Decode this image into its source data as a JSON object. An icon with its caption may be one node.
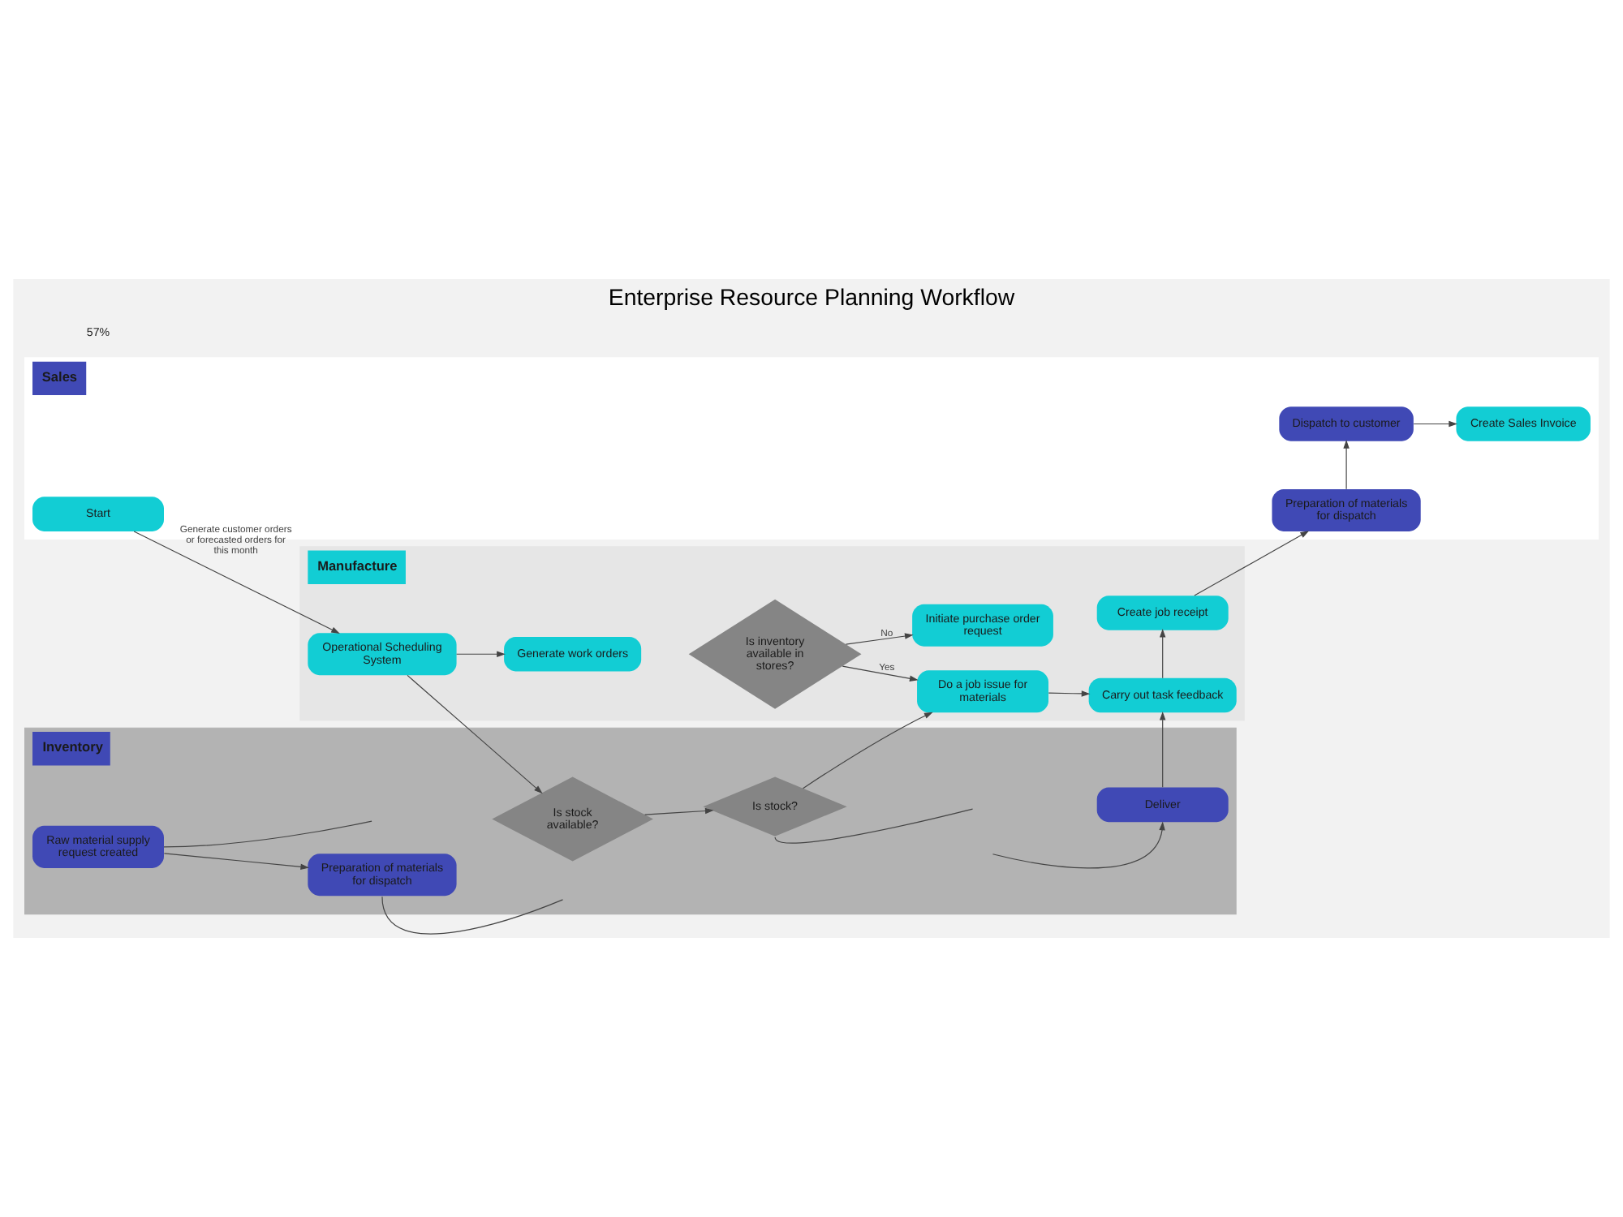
{
  "diagram": {
    "title": "Enterprise Resource Planning Workflow",
    "nodes": [
      {
        "text": [
          "Sales"
        ]
      },
      {
        "text": [
          "Start"
        ],
        "in": 0
      },
      {
        "text": [
          "Dispatch to customer"
        ],
        "in": 0
      },
      {
        "text": [
          "Preparation of materials for dispatch"
        ],
        "in": 0
      },
      {
        "text": [
          "Create Sales Invoice"
        ],
        "in": 0
      },
      {
        "text": [
          "Manufacture"
        ]
      },
      {
        "text": [
          "Operational Scheduling System"
        ],
        "in": 5
      },
      {
        "text": [
          "Generate work orders"
        ],
        "in": 5
      },
      {
        "text": [
          "Is inventory available in stores?"
        ],
        "in": 5
      },
      {
        "text": [
          "Initiate purchase order request"
        ],
        "in": 5
      },
      {
        "text": [
          "Do a job issue for materials"
        ],
        "in": 5
      },
      {
        "text": [
          "Create job receipt"
        ],
        "in": 5
      },
      {
        "text": [
          "Carry out task feedback"
        ],
        "in": 5
      },
      {
        "text": [
          "Inventory"
        ]
      },
      {
        "text": [
          "Is stock available?"
        ],
        "in": 13
      },
      {
        "text": [
          "Is stock?"
        ],
        "in": 13
      },
      {
        "text": [
          "Raw material supply request created"
        ],
        "in": 13
      },
      {
        "text": [
          "Preparation of materials for dispatch"
        ],
        "in": 13
      },
      {
        "text": [
          "Deliver"
        ],
        "in": 13
      }
    ],
    "edges": [
      {
        "from": 1,
        "to": 6,
        "arrow": "to",
        "label": "Generate customer orders or forecasted orders for this month"
      },
      {
        "from": 6,
        "to": 7,
        "arrow": "to"
      },
      {
        "from": 6,
        "to": 14,
        "arrow": "to"
      },
      {
        "from": 14,
        "to": 15,
        "arrow": "to"
      },
      {
        "from": 15,
        "to": 10,
        "arrow": "to"
      },
      {
        "from": 15,
        "to": null,
        "arrow": "none"
      },
      {
        "from": 8,
        "to": 9,
        "arrow": "to",
        "label": "No"
      },
      {
        "from": 8,
        "to": 10,
        "arrow": "to",
        "label": "Yes"
      },
      {
        "from": 10,
        "to": 12,
        "arrow": "to"
      },
      {
        "from": 12,
        "to": 11,
        "arrow": "to"
      },
      {
        "from": 11,
        "to": 3,
        "arrow": "to"
      },
      {
        "from": 3,
        "to": 2,
        "arrow": "to"
      },
      {
        "from": 2,
        "to": 4,
        "arrow": "to"
      },
      {
        "from": 16,
        "to": 17,
        "arrow": "to"
      },
      {
        "from": 16,
        "to": null,
        "arrow": "none"
      },
      {
        "from": 17,
        "to": null,
        "arrow": "none"
      },
      {
        "from": 18,
        "to": 12,
        "arrow": "to"
      },
      {
        "from": null,
        "to": 18,
        "arrow": "to"
      }
    ],
    "labels": [
      "57%"
    ]
  }
}
